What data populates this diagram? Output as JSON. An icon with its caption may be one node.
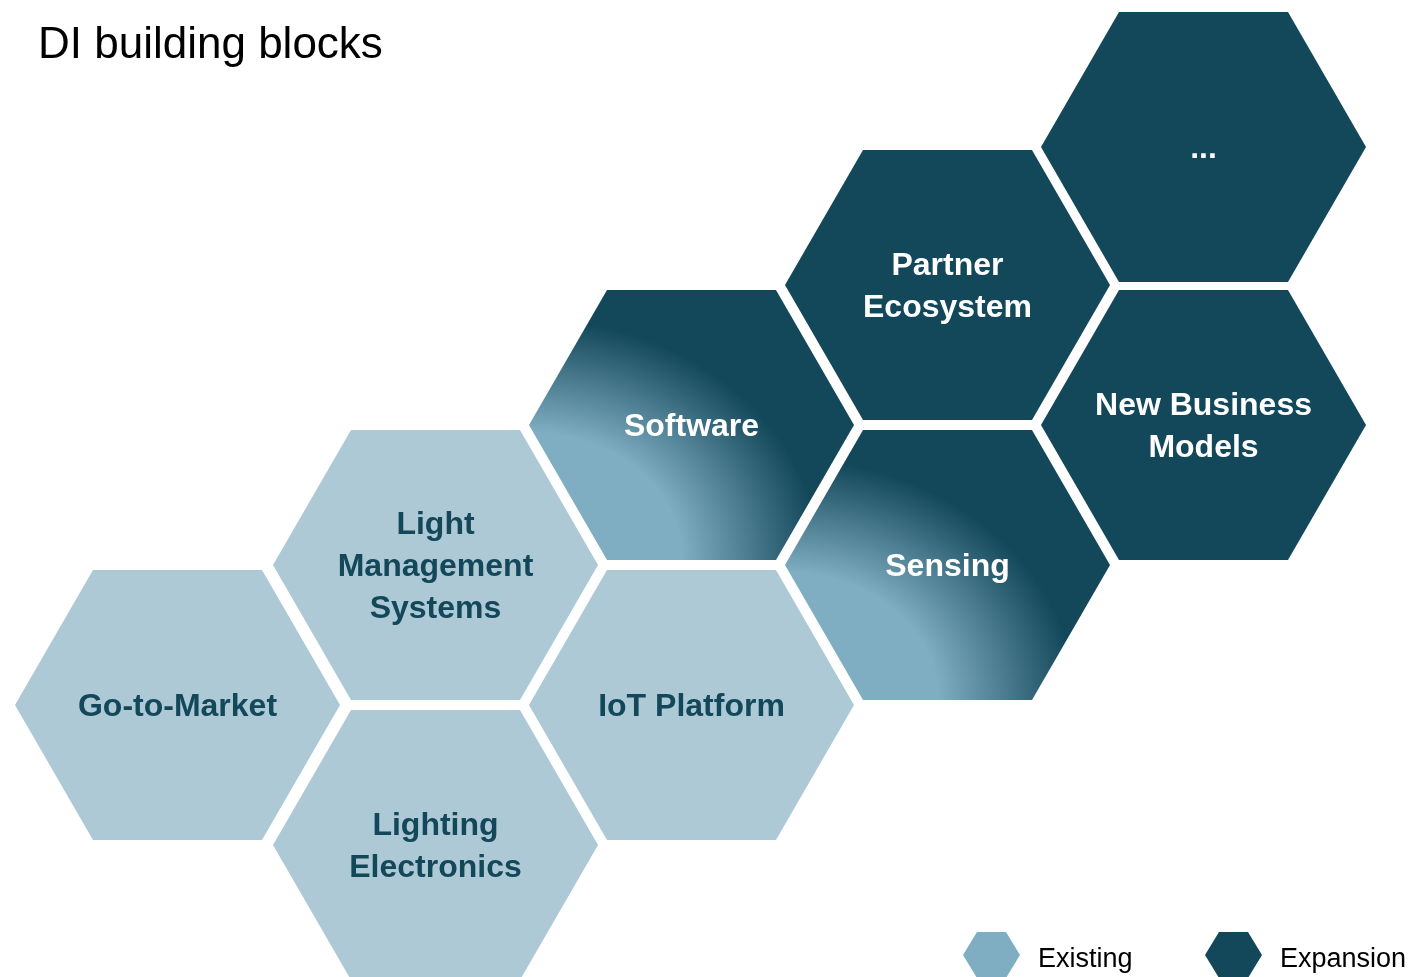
{
  "diagram": {
    "title": "DI building blocks",
    "nodes": [
      {
        "text": [
          "..."
        ]
      },
      {
        "text": [
          "Partner Ecosystem"
        ]
      },
      {
        "text": [
          "Software"
        ]
      },
      {
        "text": [
          "New Business Models"
        ]
      },
      {
        "text": [
          "Light Management Systems"
        ]
      },
      {
        "text": [
          "Sensing"
        ]
      },
      {
        "text": [
          "Go-to-Market"
        ]
      },
      {
        "text": [
          "IoT Platform"
        ]
      },
      {
        "text": [
          "Lighting Electronics"
        ]
      }
    ],
    "legend": [
      {
        "text": "Existing",
        "color": "#7fadc1"
      },
      {
        "text": "Expansion",
        "color": "#13475a"
      }
    ]
  }
}
